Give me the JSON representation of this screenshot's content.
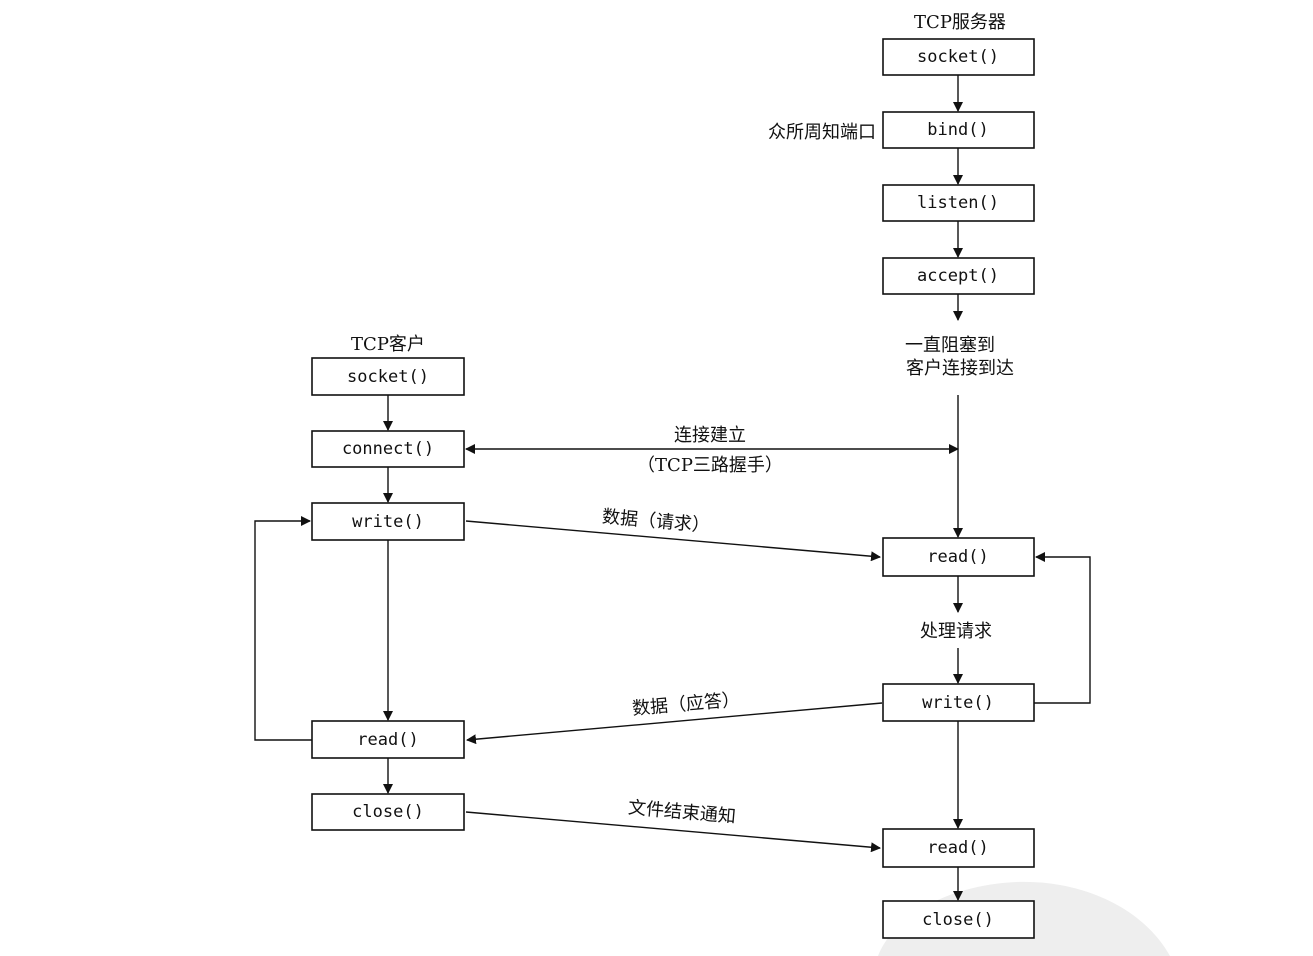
{
  "server": {
    "heading": "TCP服务器",
    "socket": "socket()",
    "bind": "bind()",
    "bind_note": "众所周知端口",
    "listen": "listen()",
    "accept": "accept()",
    "block_line1": "一直阻塞到",
    "block_line2": "客户连接到达",
    "read1": "read()",
    "process": "处理请求",
    "write": "write()",
    "read2": "read()",
    "close": "close()"
  },
  "client": {
    "heading": "TCP客户",
    "socket": "socket()",
    "connect": "connect()",
    "write": "write()",
    "read": "read()",
    "close": "close()"
  },
  "messages": {
    "connect_line1": "连接建立",
    "connect_line2": "（TCP三路握手）",
    "request": "数据（请求）",
    "reply": "数据（应答）",
    "eof": "文件结束通知"
  }
}
